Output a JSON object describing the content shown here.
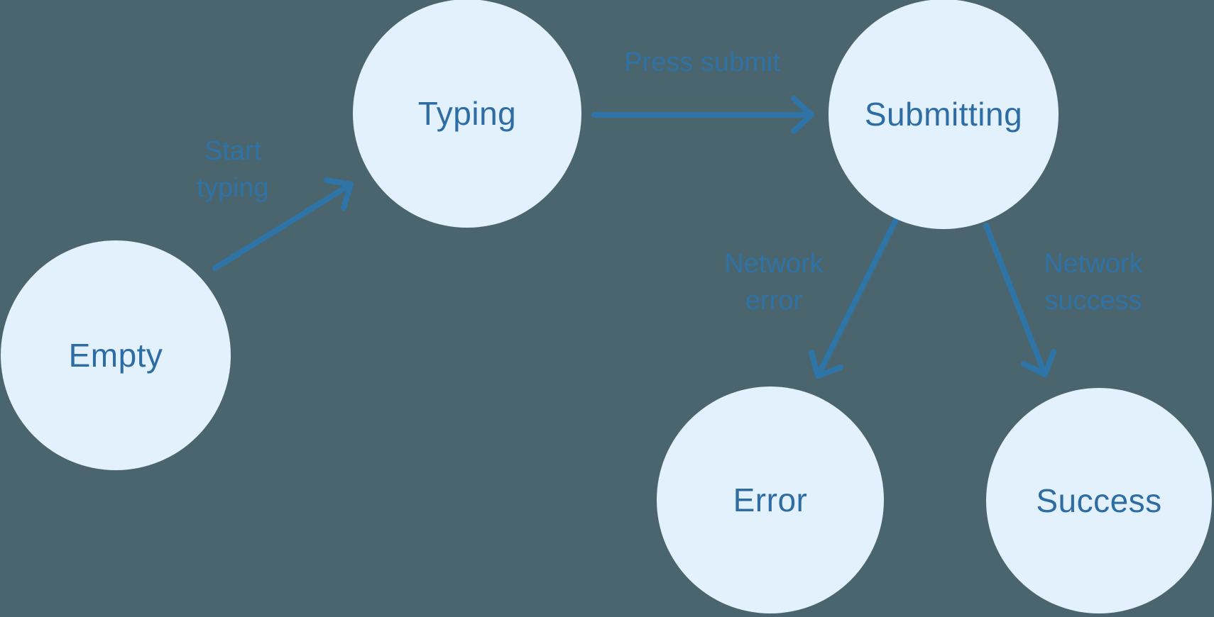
{
  "diagram": {
    "type": "state-machine",
    "nodes": [
      {
        "id": "empty",
        "label": "Empty"
      },
      {
        "id": "typing",
        "label": "Typing"
      },
      {
        "id": "submitting",
        "label": "Submitting"
      },
      {
        "id": "error",
        "label": "Error"
      },
      {
        "id": "success",
        "label": "Success"
      }
    ],
    "edges": [
      {
        "from": "empty",
        "to": "typing",
        "label": "Start typing",
        "label_lines": [
          "Start",
          "typing"
        ]
      },
      {
        "from": "typing",
        "to": "submitting",
        "label": "Press submit",
        "label_lines": [
          "Press submit"
        ]
      },
      {
        "from": "submitting",
        "to": "error",
        "label": "Network error",
        "label_lines": [
          "Network",
          "error"
        ]
      },
      {
        "from": "submitting",
        "to": "success",
        "label": "Network success",
        "label_lines": [
          "Network",
          "success"
        ]
      }
    ]
  },
  "colors": {
    "background": "#4b656e",
    "node_fill": "#e2f1fc",
    "node_text": "#2d6da4",
    "arrow": "#2f74a6",
    "edge_label": "#2f72a6"
  }
}
